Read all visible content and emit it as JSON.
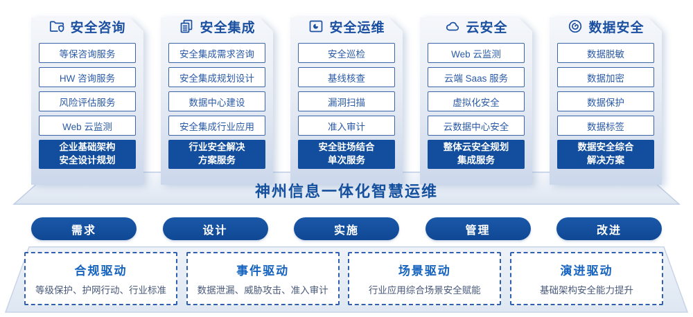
{
  "banner": {
    "title": "神州信息一体化智慧运维"
  },
  "columns": [
    {
      "icon": "folder-shield-icon",
      "title": "安全咨询",
      "items": [
        "等保咨询服务",
        "HW 咨询服务",
        "风险评估服务",
        "Web 云监测"
      ],
      "highlight": "企业基础架构\n安全设计规划"
    },
    {
      "icon": "stacked-docs-icon",
      "title": "安全集成",
      "items": [
        "安全集成需求咨询",
        "安全集成规划设计",
        "数据中心建设",
        "安全集成行业应用"
      ],
      "highlight": "行业安全解决\n方案服务"
    },
    {
      "icon": "monitor-pie-icon",
      "title": "安全运维",
      "items": [
        "安全巡检",
        "基线核查",
        "漏洞扫描",
        "准入审计"
      ],
      "highlight": "安全驻场结合\n单次服务"
    },
    {
      "icon": "cloud-icon",
      "title": "云安全",
      "items": [
        "Web 云监测",
        "云端 Saas 服务",
        "虚拟化安全",
        "云数据中心安全"
      ],
      "highlight": "整体云安全规划\n集成服务"
    },
    {
      "icon": "data-spiral-icon",
      "title": "数据安全",
      "items": [
        "数据脱敏",
        "数据加密",
        "数据保护",
        "数据标签"
      ],
      "highlight": "数据安全综合\n解决方案"
    }
  ],
  "process_pills": [
    "需求",
    "设计",
    "实施",
    "管理",
    "改进"
  ],
  "drivers": [
    {
      "title": "合规驱动",
      "subtitle": "等级保护、护网行动、行业标准"
    },
    {
      "title": "事件驱动",
      "subtitle": "数据泄漏、威胁攻击、准入审计"
    },
    {
      "title": "场景驱动",
      "subtitle": "行业应用综合场景安全赋能"
    },
    {
      "title": "演进驱动",
      "subtitle": "基础架构安全能力提升"
    }
  ],
  "colors": {
    "primary_blue": "#124E9D",
    "title_blue": "#1B4FA0",
    "bright_blue": "#1563BE",
    "subtitle_gray_blue": "#49597A",
    "item_border_blue": "#3A64A8",
    "platform_stroke": "#BECDE3"
  }
}
